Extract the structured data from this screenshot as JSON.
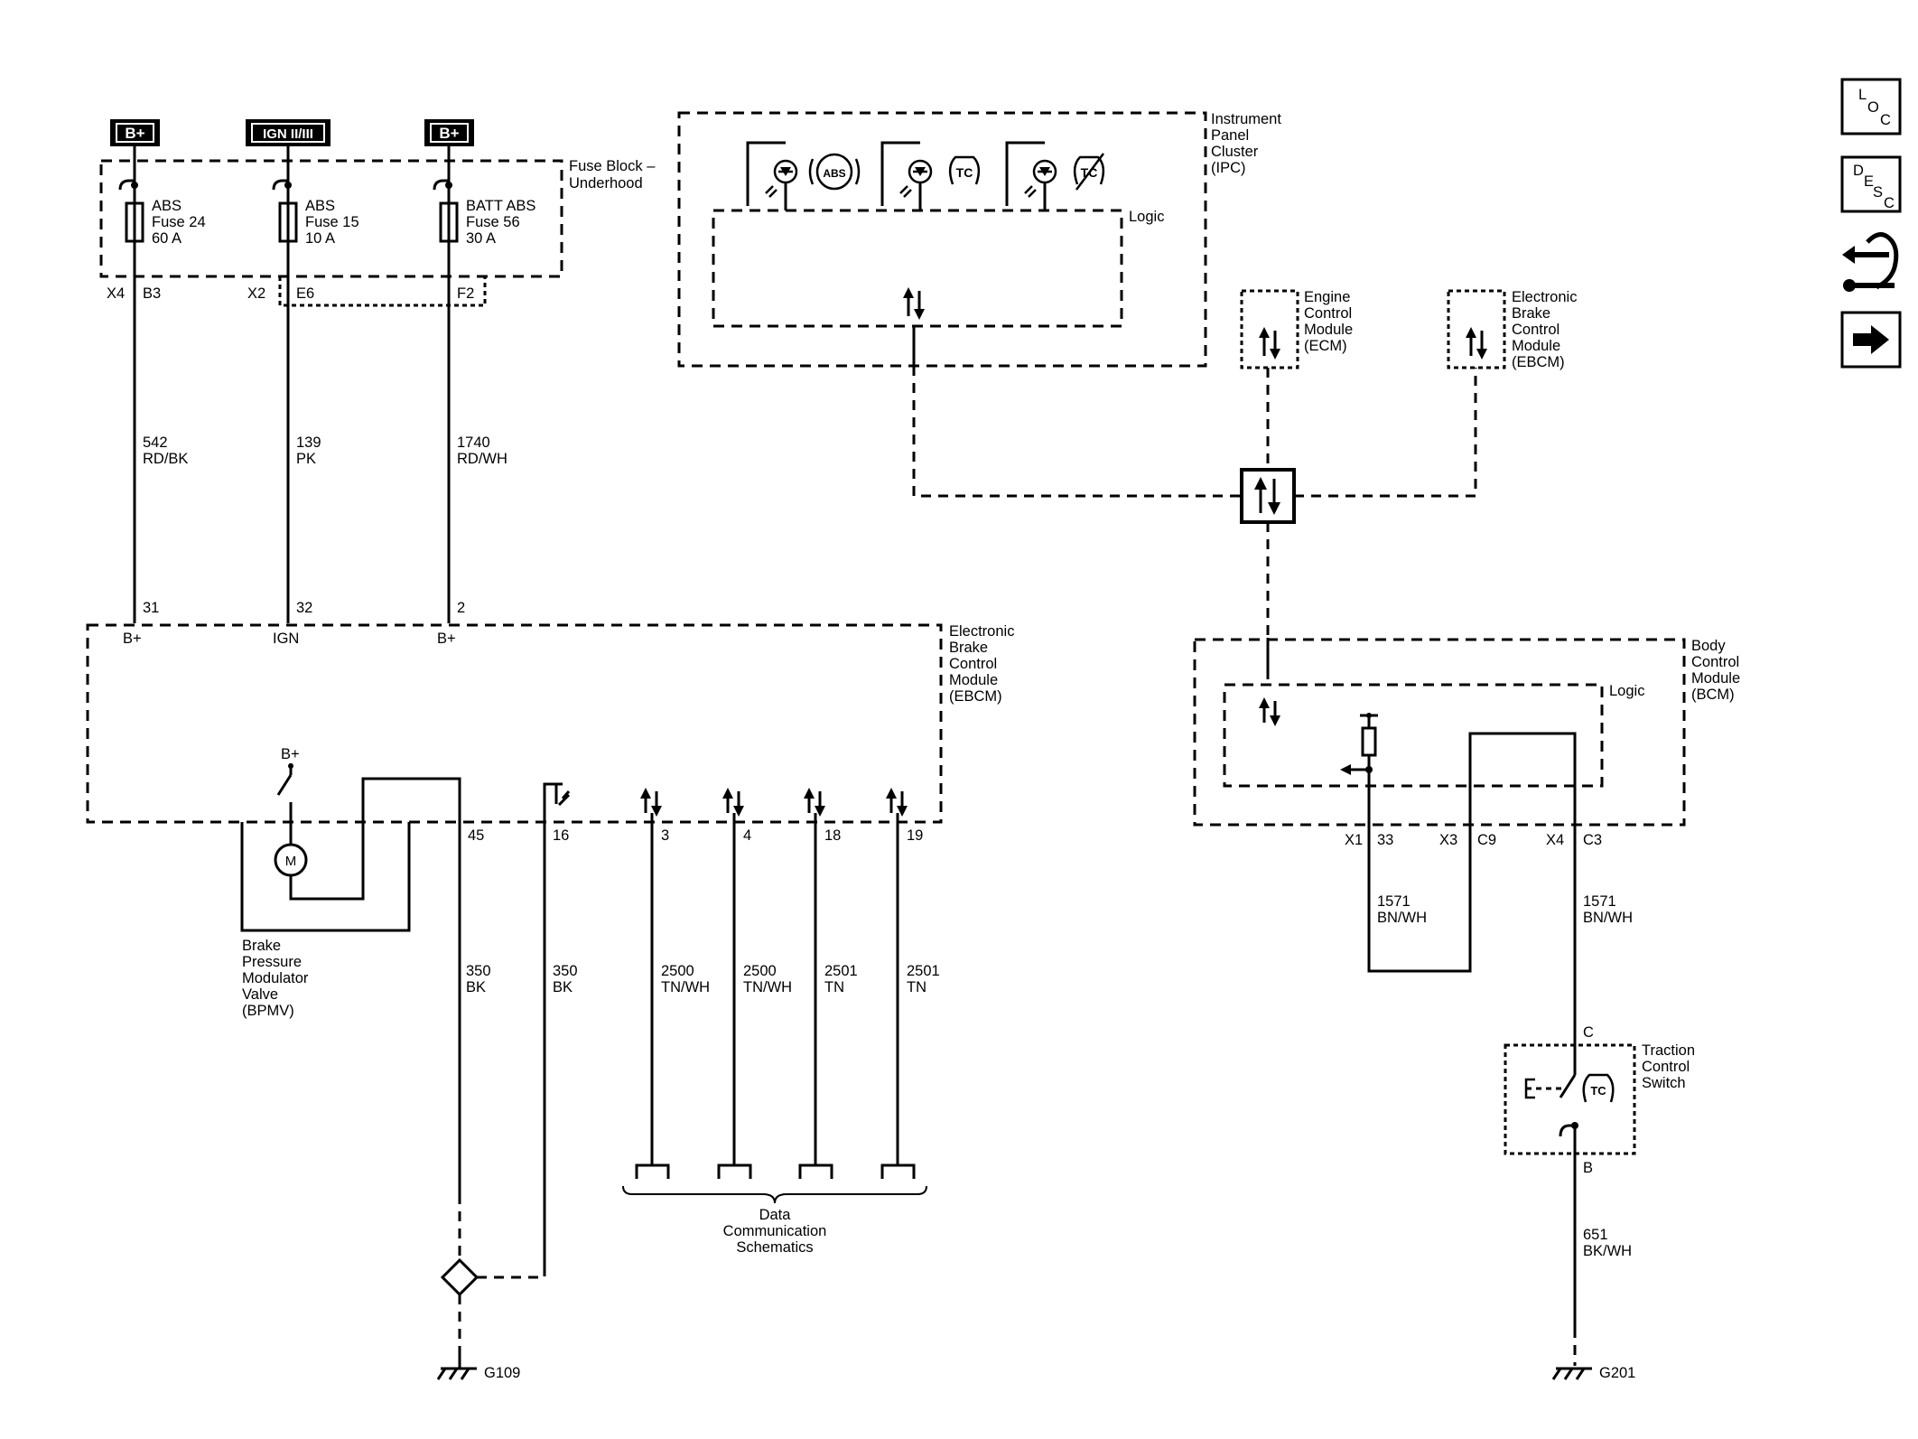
{
  "power_sources": [
    {
      "label": "B+"
    },
    {
      "label": "IGN II/III"
    },
    {
      "label": "B+"
    }
  ],
  "fuse_block": {
    "title_line1": "Fuse Block –",
    "title_line2": "Underhood",
    "fuses": [
      {
        "l1": "ABS",
        "l2": "Fuse 24",
        "l3": "60 A",
        "conn": "X4",
        "pin": "B3"
      },
      {
        "l1": "ABS",
        "l2": "Fuse 15",
        "l3": "10 A",
        "conn": "X2",
        "pin": "E6"
      },
      {
        "l1": "BATT ABS",
        "l2": "Fuse 56",
        "l3": "30 A",
        "conn": "",
        "pin": "F2"
      }
    ]
  },
  "wires_top": [
    {
      "circuit": "542",
      "color": "RD/BK",
      "pin": "31",
      "term": "B+"
    },
    {
      "circuit": "139",
      "color": "PK",
      "pin": "32",
      "term": "IGN"
    },
    {
      "circuit": "1740",
      "color": "RD/WH",
      "pin": "2",
      "term": "B+"
    }
  ],
  "ipc": {
    "title": [
      "Instrument",
      "Panel",
      "Cluster",
      "(IPC)"
    ],
    "logic": "Logic",
    "icons": [
      "ABS",
      "TC",
      "TC"
    ]
  },
  "ecm": {
    "title": [
      "Engine",
      "Control",
      "Module",
      "(ECM)"
    ]
  },
  "ebcm_small": {
    "title": [
      "Electronic",
      "Brake",
      "Control",
      "Module",
      "(EBCM)"
    ]
  },
  "ebcm": {
    "title": [
      "Electronic",
      "Brake",
      "Control",
      "Module",
      "(EBCM)"
    ],
    "bplus": "B+",
    "motor": "M",
    "bpmv": [
      "Brake",
      "Pressure",
      "Modulator",
      "Valve",
      "(BPMV)"
    ]
  },
  "ebcm_pins": [
    {
      "pin": "45",
      "circuit": "350",
      "color": "BK"
    },
    {
      "pin": "16",
      "circuit": "350",
      "color": "BK"
    },
    {
      "pin": "3",
      "circuit": "2500",
      "color": "TN/WH"
    },
    {
      "pin": "4",
      "circuit": "2500",
      "color": "TN/WH"
    },
    {
      "pin": "18",
      "circuit": "2501",
      "color": "TN"
    },
    {
      "pin": "19",
      "circuit": "2501",
      "color": "TN"
    }
  ],
  "data_comm": [
    "Data",
    "Communication",
    "Schematics"
  ],
  "ground_left": "G109",
  "bcm": {
    "title": [
      "Body",
      "Control",
      "Module",
      "(BCM)"
    ],
    "logic": "Logic",
    "pins": [
      {
        "conn": "X1",
        "pin": "33"
      },
      {
        "conn": "X3",
        "pin": "C9"
      },
      {
        "conn": "X4",
        "pin": "C3"
      }
    ]
  },
  "bcm_wires": [
    {
      "circuit": "1571",
      "color": "BN/WH"
    },
    {
      "circuit": "1571",
      "color": "BN/WH"
    }
  ],
  "traction_switch": {
    "title": [
      "Traction",
      "Control",
      "Switch"
    ],
    "pin_top": "C",
    "pin_bottom": "B",
    "icon": "TC"
  },
  "bottom_wire": {
    "circuit": "651",
    "color": "BK/WH"
  },
  "ground_right": "G201",
  "side_icons": [
    {
      "name": "loc-icon",
      "text": "L O C"
    },
    {
      "name": "desc-icon",
      "text": "D E S C"
    },
    {
      "name": "connector-tool-icon",
      "text": ""
    },
    {
      "name": "next-arrow-icon",
      "text": ""
    }
  ]
}
